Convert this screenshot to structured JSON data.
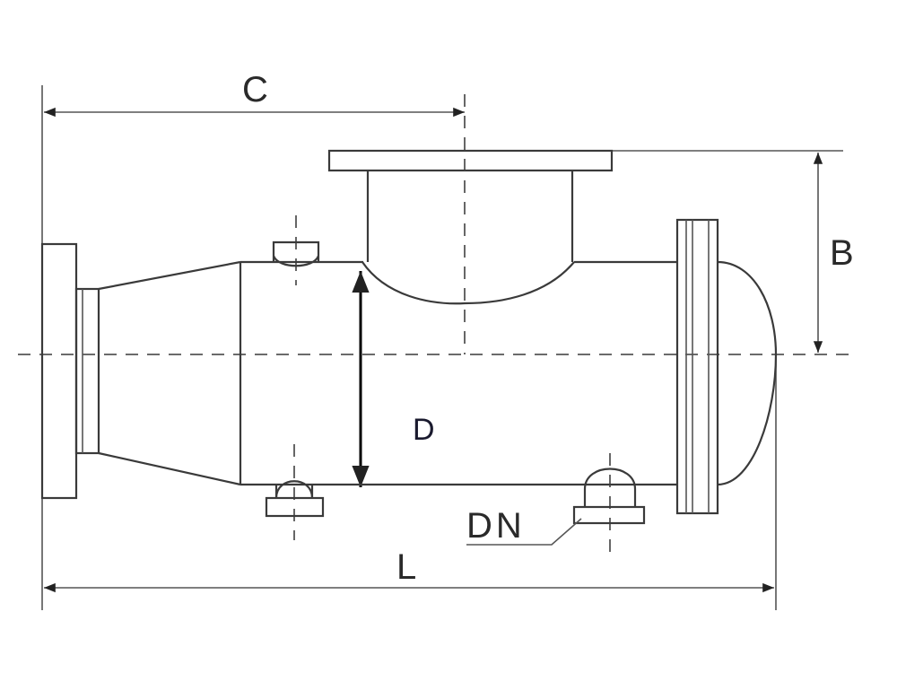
{
  "diagram": {
    "labels": {
      "c": "C",
      "b": "B",
      "d": "D",
      "l": "L",
      "dn": "DN"
    },
    "colors": {
      "line": "#3a3a3a",
      "background": "#ffffff"
    }
  }
}
